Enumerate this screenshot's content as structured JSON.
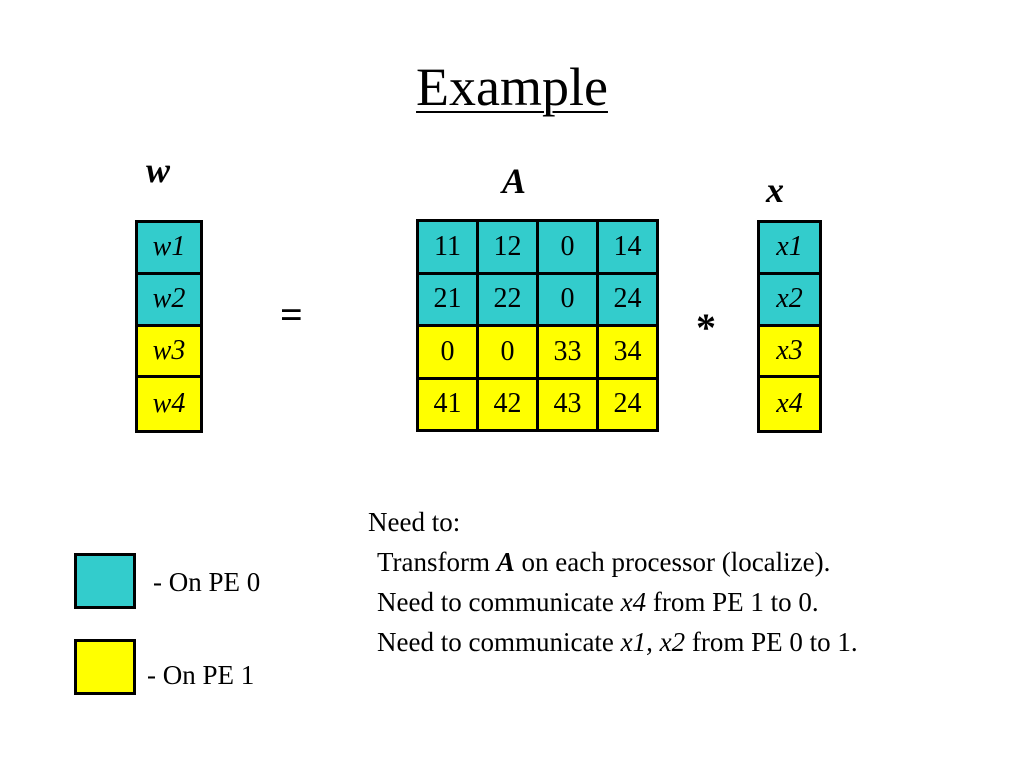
{
  "title": "Example",
  "colors": {
    "pe0": "#33cccc",
    "pe1": "#ffff00"
  },
  "labels": {
    "w": "w",
    "A": "A",
    "x": "x",
    "equals": "=",
    "times": "*"
  },
  "w": [
    {
      "text": "w1",
      "pe": 0
    },
    {
      "text": "w2",
      "pe": 0
    },
    {
      "text": "w3",
      "pe": 1
    },
    {
      "text": "w4",
      "pe": 1
    }
  ],
  "x": [
    {
      "text": "x1",
      "pe": 0
    },
    {
      "text": "x2",
      "pe": 0
    },
    {
      "text": "x3",
      "pe": 1
    },
    {
      "text": "x4",
      "pe": 1
    }
  ],
  "A": {
    "rows": [
      {
        "pe": 0,
        "values": [
          "11",
          "12",
          "0",
          "14"
        ]
      },
      {
        "pe": 0,
        "values": [
          "21",
          "22",
          "0",
          "24"
        ]
      },
      {
        "pe": 1,
        "values": [
          "0",
          "0",
          "33",
          "34"
        ]
      },
      {
        "pe": 1,
        "values": [
          "41",
          "42",
          "43",
          "24"
        ]
      }
    ]
  },
  "legend": [
    {
      "text": "- On PE 0",
      "pe": 0
    },
    {
      "text": "- On PE 1",
      "pe": 1
    }
  ],
  "notes": {
    "heading": "Need to:",
    "line1": {
      "pre": "Transform ",
      "em": "A",
      "post": " on each processor (localize)."
    },
    "line2": {
      "pre": "Need to communicate ",
      "em": "x4",
      "post": " from PE 1 to 0."
    },
    "line3": {
      "pre": "Need to communicate ",
      "em": "x1, x2",
      "post": " from PE 0 to 1."
    }
  }
}
